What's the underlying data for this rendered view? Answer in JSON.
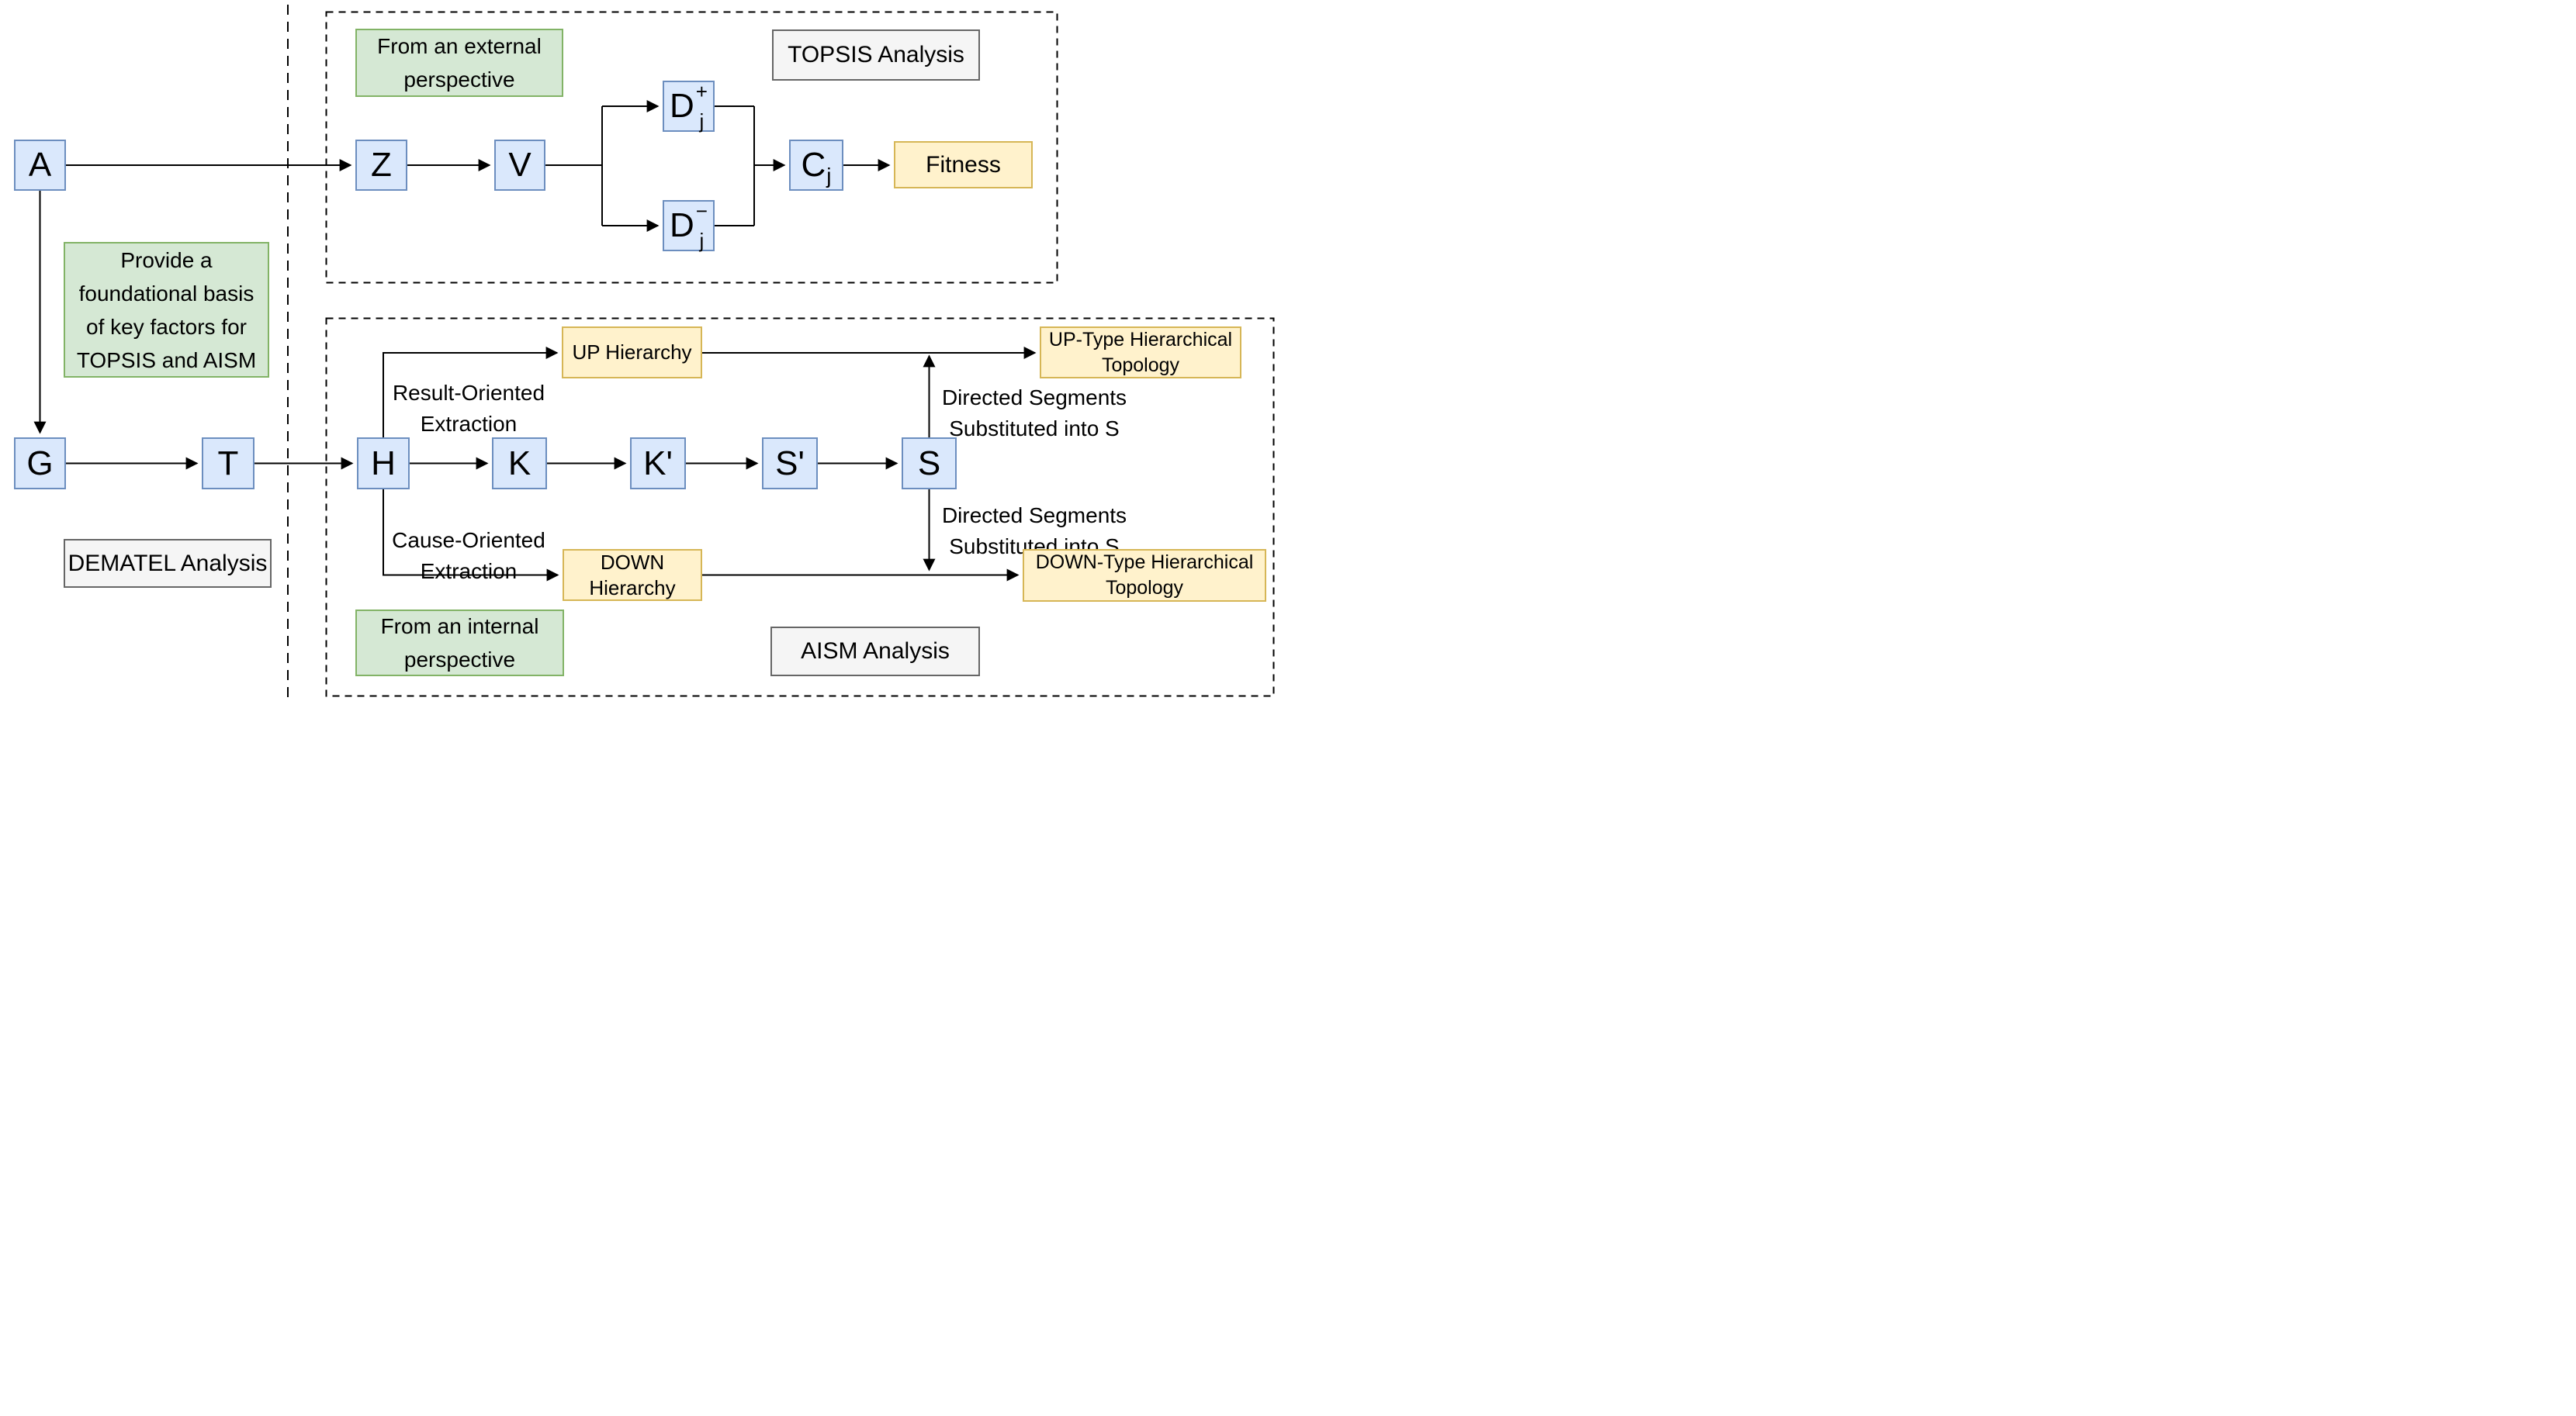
{
  "colors": {
    "node_fill": "#dae8fc",
    "node_border": "#6c8ebf",
    "note_fill": "#d5e8d4",
    "note_border": "#82b366",
    "result_fill": "#fff2cc",
    "result_border": "#d6b656",
    "label_fill": "#f5f5f5",
    "label_border": "#666666",
    "connector": "#000000"
  },
  "left_panel": {
    "node_a": "A",
    "node_g": "G",
    "node_t": "T",
    "provide_note_lines": [
      "Provide a",
      "foundational basis",
      "of key factors for",
      "TOPSIS and AISM"
    ],
    "dematel_label": "DEMATEL Analysis"
  },
  "topsis": {
    "title": "TOPSIS Analysis",
    "external_note_lines": [
      "From an external",
      "perspective"
    ],
    "node_z": "Z",
    "node_v": "V",
    "dj_plus": {
      "base": "D",
      "sub": "j",
      "sup": "+"
    },
    "dj_minus": {
      "base": "D",
      "sub": "j",
      "sup": "−"
    },
    "cj": {
      "base": "C",
      "sub": "j"
    },
    "fitness": "Fitness"
  },
  "aism": {
    "title": "AISM Analysis",
    "internal_note_lines": [
      "From an internal",
      "perspective"
    ],
    "node_h": "H",
    "node_k": "K",
    "node_k_prime": "K'",
    "node_s_prime": "S'",
    "node_s": "S",
    "up_hierarchy": "UP Hierarchy",
    "down_hierarchy_lines": [
      "DOWN",
      "Hierarchy"
    ],
    "up_type_lines": [
      "UP-Type Hierarchical",
      "Topology"
    ],
    "down_type_lines": [
      "DOWN-Type Hierarchical",
      "Topology"
    ],
    "result_note_lines": [
      "Result-Oriented",
      "Extraction"
    ],
    "cause_note_lines": [
      "Cause-Oriented",
      "Extraction"
    ],
    "directed_top_lines": [
      "Directed Segments",
      "Substituted into S"
    ],
    "directed_bottom_lines": [
      "Directed Segments",
      "Substituted into S"
    ]
  }
}
